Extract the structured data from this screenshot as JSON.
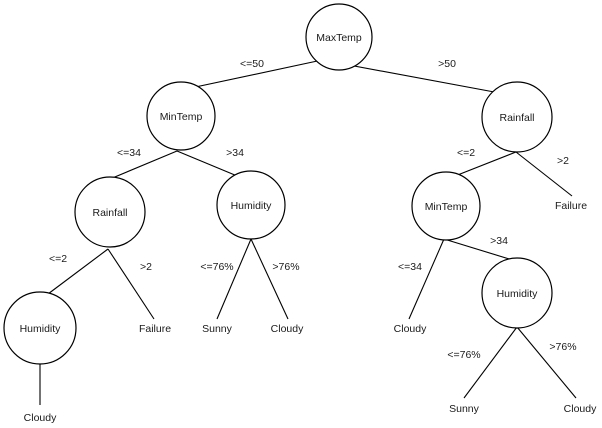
{
  "tree": {
    "nodes": {
      "n1": "MaxTemp",
      "n2": "MinTemp",
      "n3": "Rainfall",
      "n4": "Rainfall",
      "n5": "Humidity",
      "n6": "MinTemp",
      "n7": "Humidity",
      "n8": "Humidity"
    },
    "leaves": {
      "l1": "Cloudy",
      "l2": "Failure",
      "l3": "Sunny",
      "l4": "Cloudy",
      "l5": "Failure",
      "l6": "Cloudy",
      "l7": "Sunny",
      "l8": "Cloudy"
    },
    "edges": {
      "e1": "<=50",
      "e2": ">50",
      "e3": "<=34",
      "e4": ">34",
      "e5": "<=2",
      "e6": ">2",
      "e7": "<=2",
      "e8": ">2",
      "e9": "<=76%",
      "e10": ">76%",
      "e11": "<=34",
      "e12": ">34",
      "e13": "<=76%",
      "e14": ">76%"
    }
  }
}
